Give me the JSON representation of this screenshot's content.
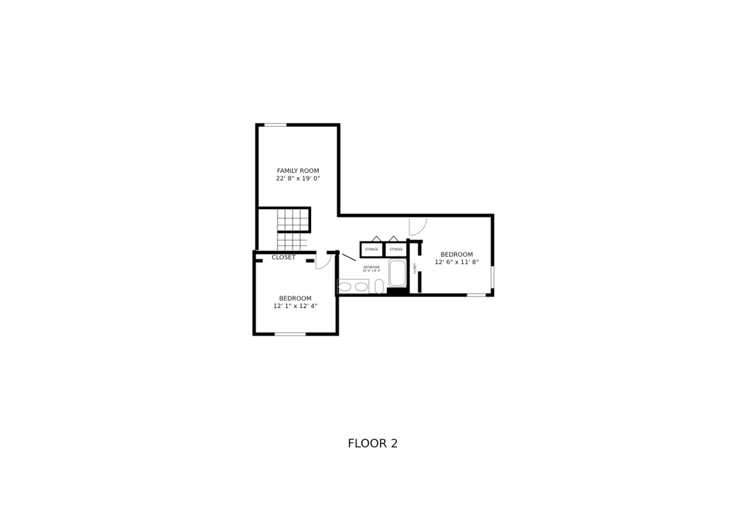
{
  "floor_label": "FLOOR 2",
  "rooms": {
    "family_room": {
      "name": "FAMILY ROOM",
      "dims": "22' 8\" x 19' 0\""
    },
    "bedroom_left": {
      "name": "BEDROOM",
      "dims": "12' 1\" x 12' 4\""
    },
    "bedroom_right": {
      "name": "BEDROOM",
      "dims": "12' 6\" x 11' 8\""
    },
    "bathroom": {
      "name": "BATHROOM",
      "dims": "10' 0\" x 6' 3\""
    },
    "closet_left": {
      "name": "CLOSET"
    },
    "closet_right": {
      "name": "CLOSET"
    },
    "storage_1": {
      "name": "STORAGE"
    },
    "storage_2": {
      "name": "STORAGE"
    }
  }
}
